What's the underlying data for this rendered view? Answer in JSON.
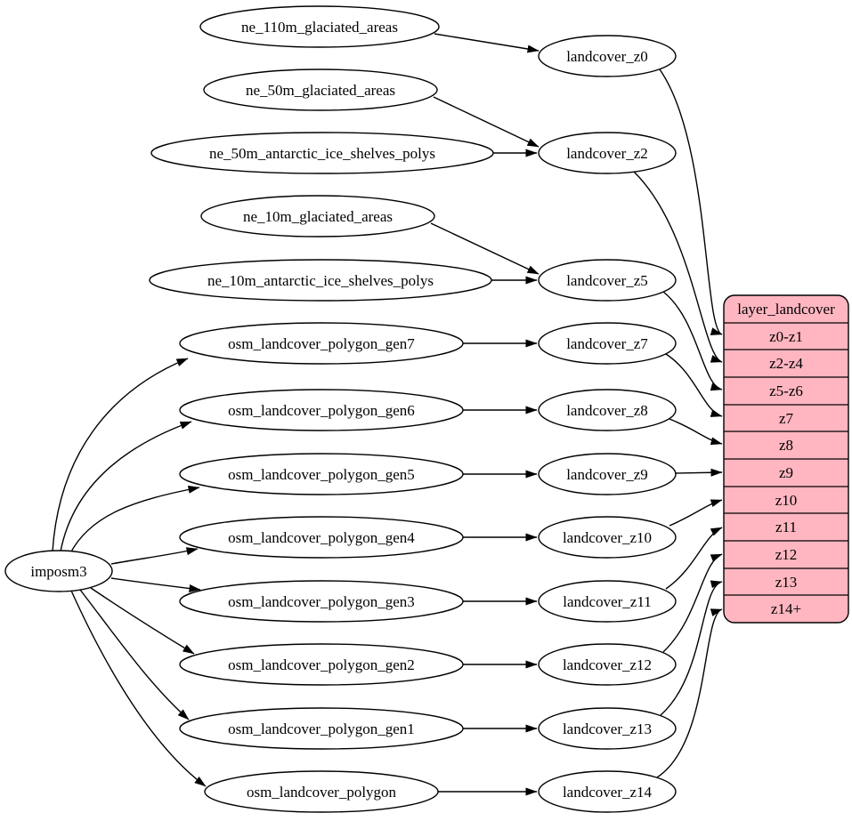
{
  "diagram_type": "graphviz-dependency-graph",
  "colors": {
    "background": "#ffffff",
    "node_fill": "#ffffff",
    "node_stroke": "#000000",
    "edge_color": "#000000",
    "table_fill": "#ffb6c1",
    "text_color": "#000000"
  },
  "nodes": {
    "importer": {
      "label": "imposm3"
    },
    "sources": [
      {
        "label": "ne_110m_glaciated_areas"
      },
      {
        "label": "ne_50m_glaciated_areas"
      },
      {
        "label": "ne_50m_antarctic_ice_shelves_polys"
      },
      {
        "label": "ne_10m_glaciated_areas"
      },
      {
        "label": "ne_10m_antarctic_ice_shelves_polys"
      },
      {
        "label": "osm_landcover_polygon_gen7"
      },
      {
        "label": "osm_landcover_polygon_gen6"
      },
      {
        "label": "osm_landcover_polygon_gen5"
      },
      {
        "label": "osm_landcover_polygon_gen4"
      },
      {
        "label": "osm_landcover_polygon_gen3"
      },
      {
        "label": "osm_landcover_polygon_gen2"
      },
      {
        "label": "osm_landcover_polygon_gen1"
      },
      {
        "label": "osm_landcover_polygon"
      }
    ],
    "intermediates": [
      {
        "label": "landcover_z0"
      },
      {
        "label": "landcover_z2"
      },
      {
        "label": "landcover_z5"
      },
      {
        "label": "landcover_z7"
      },
      {
        "label": "landcover_z8"
      },
      {
        "label": "landcover_z9"
      },
      {
        "label": "landcover_z10"
      },
      {
        "label": "landcover_z11"
      },
      {
        "label": "landcover_z12"
      },
      {
        "label": "landcover_z13"
      },
      {
        "label": "landcover_z14"
      }
    ],
    "table": {
      "title": "layer_landcover",
      "rows": [
        "z0-z1",
        "z2-z4",
        "z5-z6",
        "z7",
        "z8",
        "z9",
        "z10",
        "z11",
        "z12",
        "z13",
        "z14+"
      ]
    }
  },
  "edges": [
    {
      "from": "imposm3",
      "to": "osm_landcover_polygon_gen7"
    },
    {
      "from": "imposm3",
      "to": "osm_landcover_polygon_gen6"
    },
    {
      "from": "imposm3",
      "to": "osm_landcover_polygon_gen5"
    },
    {
      "from": "imposm3",
      "to": "osm_landcover_polygon_gen4"
    },
    {
      "from": "imposm3",
      "to": "osm_landcover_polygon_gen3"
    },
    {
      "from": "imposm3",
      "to": "osm_landcover_polygon_gen2"
    },
    {
      "from": "imposm3",
      "to": "osm_landcover_polygon_gen1"
    },
    {
      "from": "imposm3",
      "to": "osm_landcover_polygon"
    },
    {
      "from": "ne_110m_glaciated_areas",
      "to": "landcover_z0"
    },
    {
      "from": "ne_50m_glaciated_areas",
      "to": "landcover_z2"
    },
    {
      "from": "ne_50m_antarctic_ice_shelves_polys",
      "to": "landcover_z2"
    },
    {
      "from": "ne_10m_glaciated_areas",
      "to": "landcover_z5"
    },
    {
      "from": "ne_10m_antarctic_ice_shelves_polys",
      "to": "landcover_z5"
    },
    {
      "from": "osm_landcover_polygon_gen7",
      "to": "landcover_z7"
    },
    {
      "from": "osm_landcover_polygon_gen6",
      "to": "landcover_z8"
    },
    {
      "from": "osm_landcover_polygon_gen5",
      "to": "landcover_z9"
    },
    {
      "from": "osm_landcover_polygon_gen4",
      "to": "landcover_z10"
    },
    {
      "from": "osm_landcover_polygon_gen3",
      "to": "landcover_z11"
    },
    {
      "from": "osm_landcover_polygon_gen2",
      "to": "landcover_z12"
    },
    {
      "from": "osm_landcover_polygon_gen1",
      "to": "landcover_z13"
    },
    {
      "from": "osm_landcover_polygon",
      "to": "landcover_z14"
    },
    {
      "from": "landcover_z0",
      "to": "layer_landcover:z0-z1"
    },
    {
      "from": "landcover_z2",
      "to": "layer_landcover:z2-z4"
    },
    {
      "from": "landcover_z5",
      "to": "layer_landcover:z5-z6"
    },
    {
      "from": "landcover_z7",
      "to": "layer_landcover:z7"
    },
    {
      "from": "landcover_z8",
      "to": "layer_landcover:z8"
    },
    {
      "from": "landcover_z9",
      "to": "layer_landcover:z9"
    },
    {
      "from": "landcover_z10",
      "to": "layer_landcover:z10"
    },
    {
      "from": "landcover_z11",
      "to": "layer_landcover:z11"
    },
    {
      "from": "landcover_z12",
      "to": "layer_landcover:z12"
    },
    {
      "from": "landcover_z13",
      "to": "layer_landcover:z13"
    },
    {
      "from": "landcover_z14",
      "to": "layer_landcover:z14+"
    }
  ]
}
